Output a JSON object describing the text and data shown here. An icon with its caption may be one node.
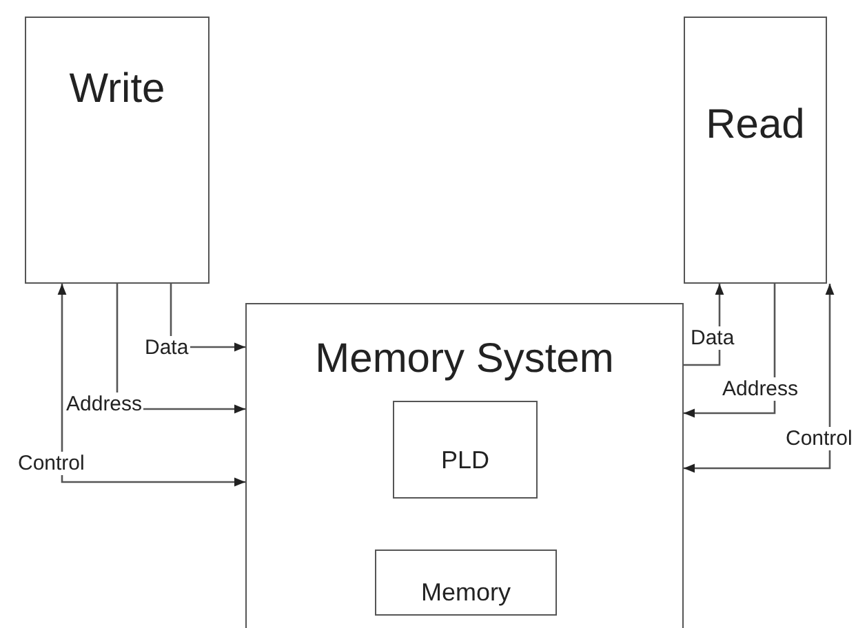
{
  "diagram": {
    "nodes": [
      {
        "text": [
          "Write"
        ]
      },
      {
        "text": [
          "Read"
        ]
      },
      {
        "text": [
          "Memory System"
        ]
      },
      {
        "text": [
          "PLD"
        ],
        "in": 2
      },
      {
        "text": [
          "Memory"
        ],
        "in": 2
      }
    ],
    "edges": [
      {
        "from": 0,
        "to": 2,
        "arrow": "to",
        "label": "Data"
      },
      {
        "from": 0,
        "to": 2,
        "arrow": "to",
        "label": "Address"
      },
      {
        "from": 0,
        "to": 2,
        "arrow": "both",
        "label": "Control"
      },
      {
        "from": 2,
        "to": 1,
        "arrow": "to",
        "label": "Data"
      },
      {
        "from": 1,
        "to": 2,
        "arrow": "to",
        "label": "Address"
      },
      {
        "from": 1,
        "to": 2,
        "arrow": "both",
        "label": "Control"
      }
    ]
  }
}
